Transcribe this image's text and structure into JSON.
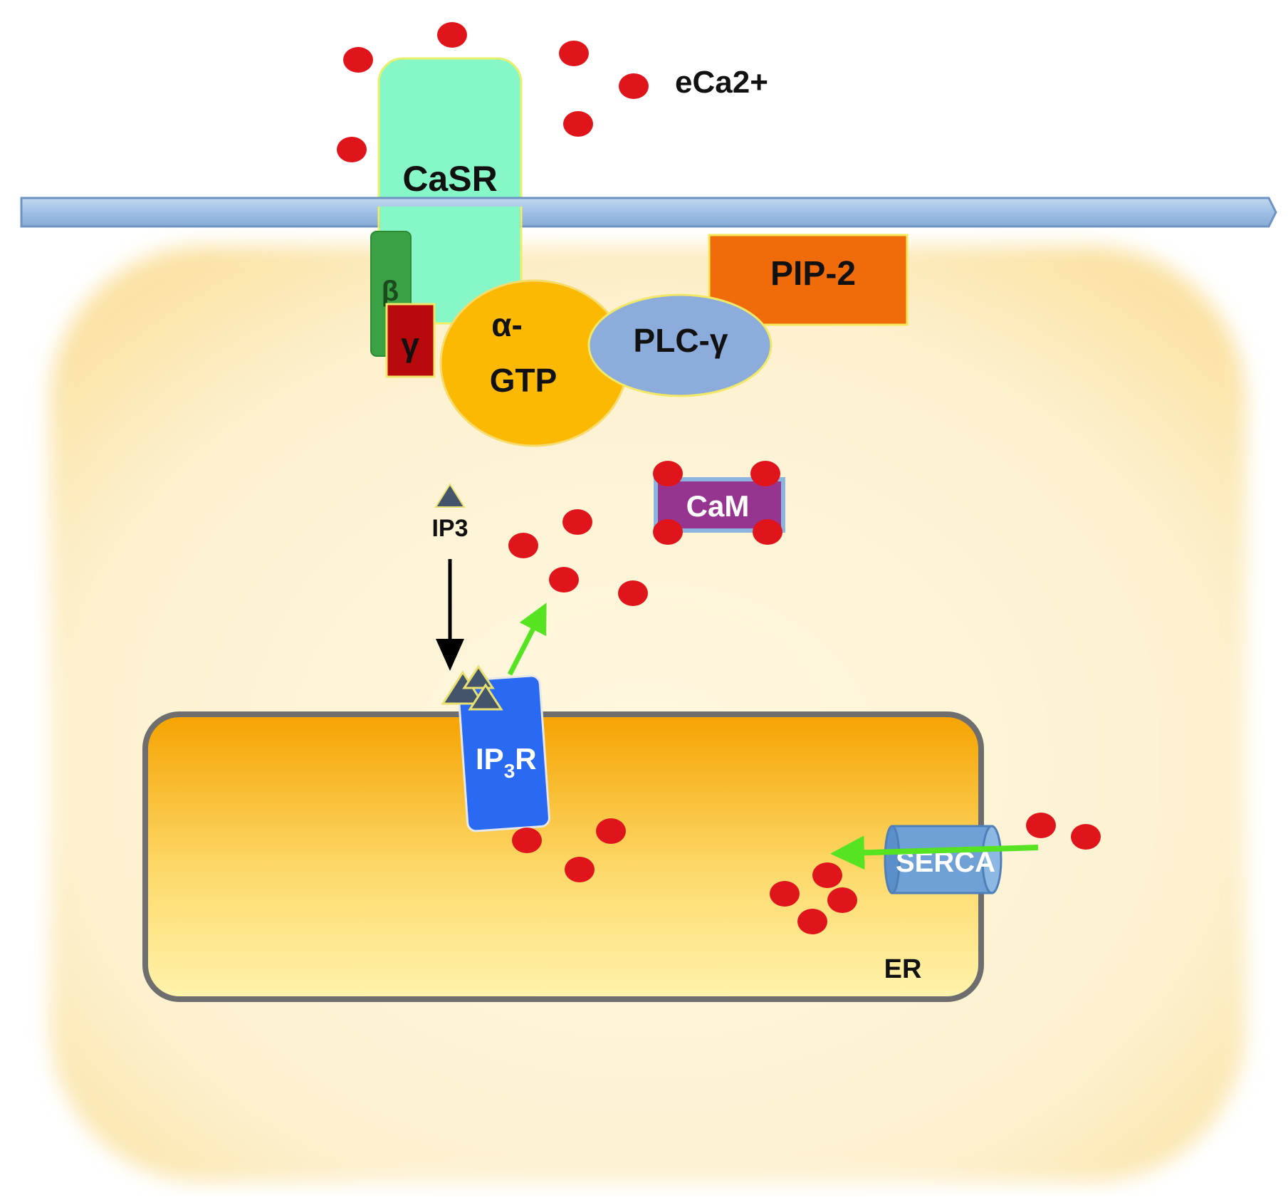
{
  "labels": {
    "extracellular_calcium": "eCa2+",
    "receptor": "CaSR",
    "g_beta": "β",
    "g_gamma": "γ",
    "g_alpha_line1": "α-",
    "g_alpha_line2": "GTP",
    "plc": "PLC-γ",
    "pip2": "PIP-2",
    "calmodulin": "CaM",
    "ip3": "IP3",
    "ip3r_main": "IP",
    "ip3r_sub": "3",
    "ip3r_end": "R",
    "serca": "SERCA",
    "er": "ER"
  },
  "colors": {
    "calcium": "#e0151b",
    "casr": "#86f7c6",
    "membrane": "#a3c3e6",
    "cytoplasm": "#fdf0cc",
    "g_beta": "#3aa244",
    "g_gamma": "#b8090c",
    "g_alpha": "#fbb904",
    "plc": "#8cacdc",
    "pip2": "#f06b09",
    "calmodulin": "#96358f",
    "ip3r": "#2a6af2",
    "serca": "#6fa0d6",
    "er_top": "#f5a300",
    "er_bottom": "#fff2a8",
    "ip3_triangle": "#44546a",
    "flow_arrow": "#55e322"
  },
  "icons": {
    "calcium": "red-circle",
    "ip3": "dark-triangle",
    "flow": "green-arrow"
  }
}
